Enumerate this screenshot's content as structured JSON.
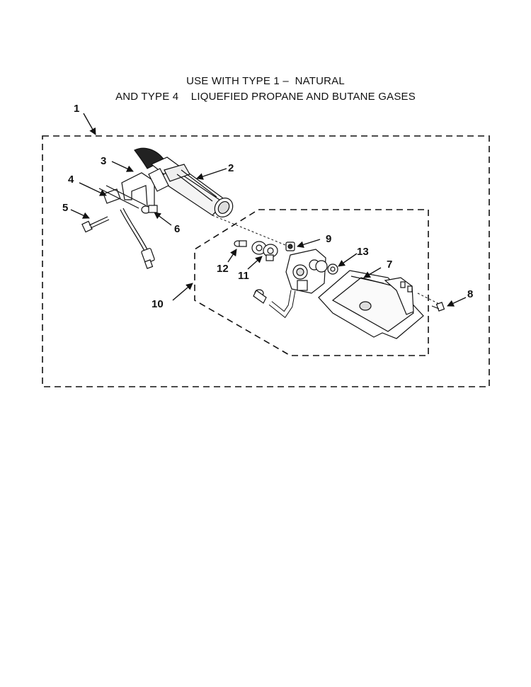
{
  "title": {
    "line1": "USE WITH TYPE 1 –  NATURAL",
    "line2": "AND TYPE 4    LIQUEFIED PROPANE AND BUTANE GASES"
  },
  "callouts": {
    "c1": "1",
    "c2": "2",
    "c3": "3",
    "c4": "4",
    "c5": "5",
    "c6": "6",
    "c7": "7",
    "c8": "8",
    "c9": "9",
    "c10": "10",
    "c11": "11",
    "c12": "12",
    "c13": "13"
  },
  "colors": {
    "ink": "#111111",
    "background": "#ffffff"
  }
}
